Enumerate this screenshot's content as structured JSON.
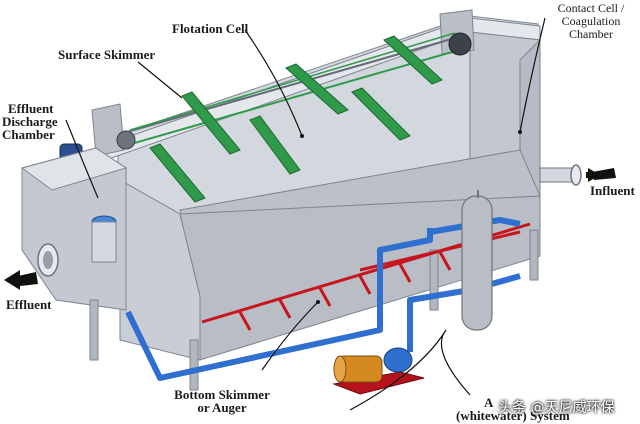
{
  "labels": {
    "flotation_cell": "Flotation Cell",
    "contact_cell_line1": "Contact Cell /",
    "contact_cell_line2": "Coagulation",
    "contact_cell_line3": "Chamber",
    "surface_skimmer": "Surface Skimmer",
    "effluent_discharge_line1": "Effluent",
    "effluent_discharge_line2": "Discharge",
    "effluent_discharge_line3": "Chamber",
    "influent": "Influent",
    "effluent": "Effluent",
    "bottom_skimmer_line1": "Bottom Skimmer",
    "bottom_skimmer_line2": "or Auger",
    "air_system_line1": "A",
    "air_system_line2": "(whitewater) System"
  },
  "watermark": "头条 @天尼威环保",
  "colors": {
    "tank": "#c9ced6",
    "tank_shade": "#aeb4be",
    "tank_dark": "#8f96a1",
    "skimmer_blade": "#2f9a4a",
    "red_pipe": "#c8141e",
    "blue_pipe": "#2f6fd0",
    "motor": "#d48a1e",
    "base": "#b5121b"
  }
}
